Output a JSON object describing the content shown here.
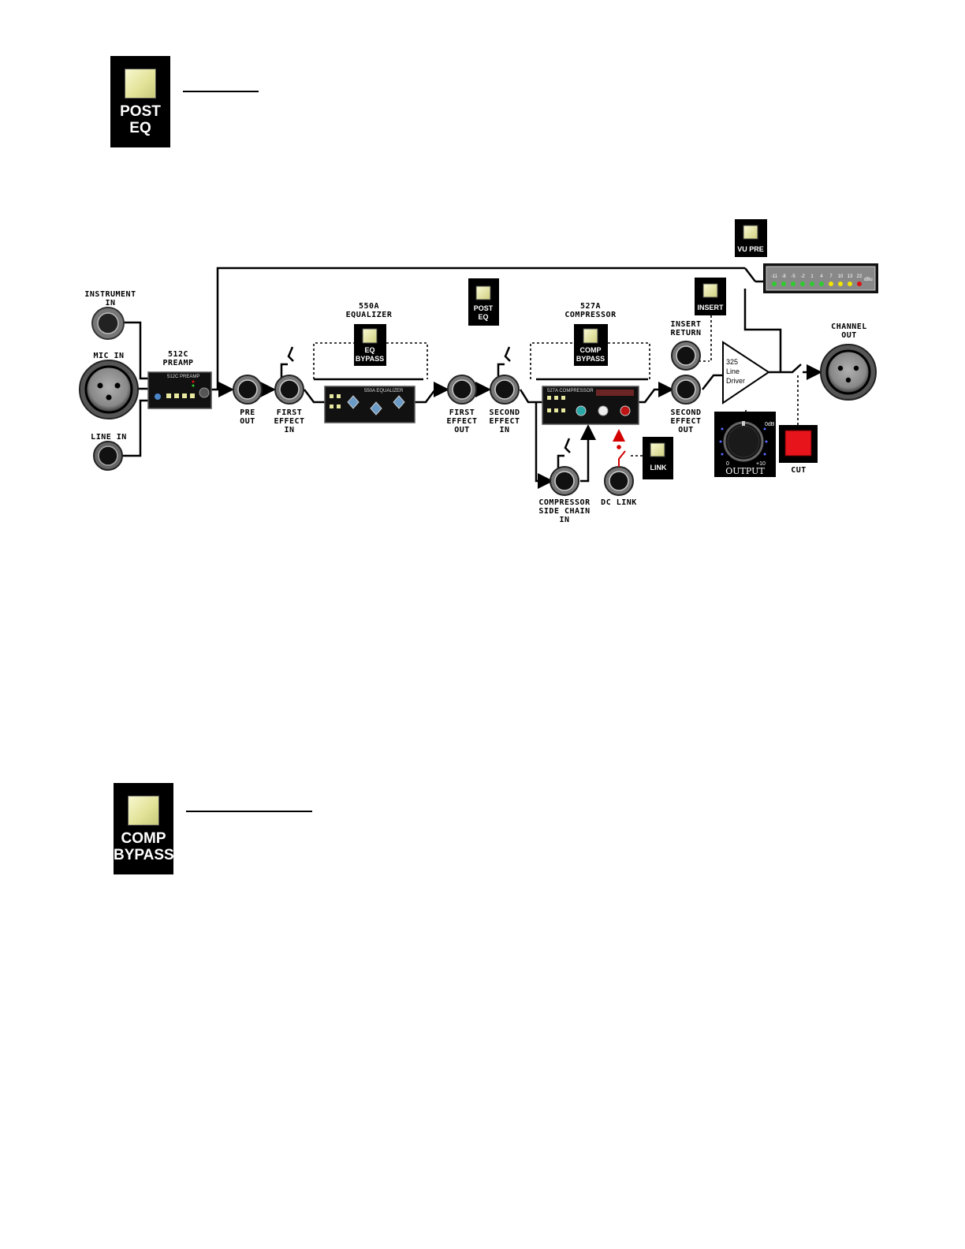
{
  "top_button": {
    "line1": "POST",
    "line2": "EQ",
    "lamp_color": "#eaeaa6"
  },
  "bottom_button": {
    "line1": "COMP",
    "line2": "BYPASS",
    "lamp_color": "#eaeaa6"
  },
  "diagram": {
    "instrument_in": [
      "INSTRUMENT",
      "IN"
    ],
    "mic_in": "MIC IN",
    "line_in": "LINE IN",
    "preamp": [
      "512C",
      "PREAMP"
    ],
    "preamp_panel": "512C PREAMP",
    "pre_out": [
      "PRE",
      "OUT"
    ],
    "first_effect_in": [
      "FIRST",
      "EFFECT",
      "IN"
    ],
    "equalizer": [
      "550A",
      "EQUALIZER"
    ],
    "eq_panel": "550A EQUALIZER",
    "eq_bypass": [
      "EQ",
      "BYPASS"
    ],
    "first_effect_out": [
      "FIRST",
      "EFFECT",
      "OUT"
    ],
    "second_effect_in": [
      "SECOND",
      "EFFECT",
      "IN"
    ],
    "post_eq": [
      "POST",
      "EQ"
    ],
    "compressor": [
      "527A",
      "COMPRESSOR"
    ],
    "comp_panel": "527A COMPRESSOR",
    "comp_bypass": [
      "COMP",
      "BYPASS"
    ],
    "insert": "INSERT",
    "insert_return": [
      "INSERT",
      "RETURN"
    ],
    "second_effect_out": [
      "SECOND",
      "EFFECT",
      "OUT"
    ],
    "line_driver": [
      "325",
      "Line",
      "Driver"
    ],
    "vu_pre": "VU PRE",
    "meter_scale": [
      "-11",
      "-8",
      "-5",
      "-2",
      "1",
      "4",
      "7",
      "10",
      "13",
      "22"
    ],
    "meter_unit": "dBu",
    "channel_out": [
      "CHANNEL",
      "OUT"
    ],
    "output_knob": "OUTPUT",
    "output_scale": [
      "0dB",
      "0",
      "+10"
    ],
    "cut": "CUT",
    "link": "LINK",
    "sidechain_in": [
      "COMPRESSOR",
      "SIDE CHAIN",
      "IN"
    ],
    "dc_link": "DC LINK",
    "colors": {
      "cut_red": "#e8141c",
      "link_red": "#d40000",
      "meter_green": "#2ecc2e",
      "meter_yellow": "#f2e600",
      "meter_red": "#e01010"
    }
  }
}
